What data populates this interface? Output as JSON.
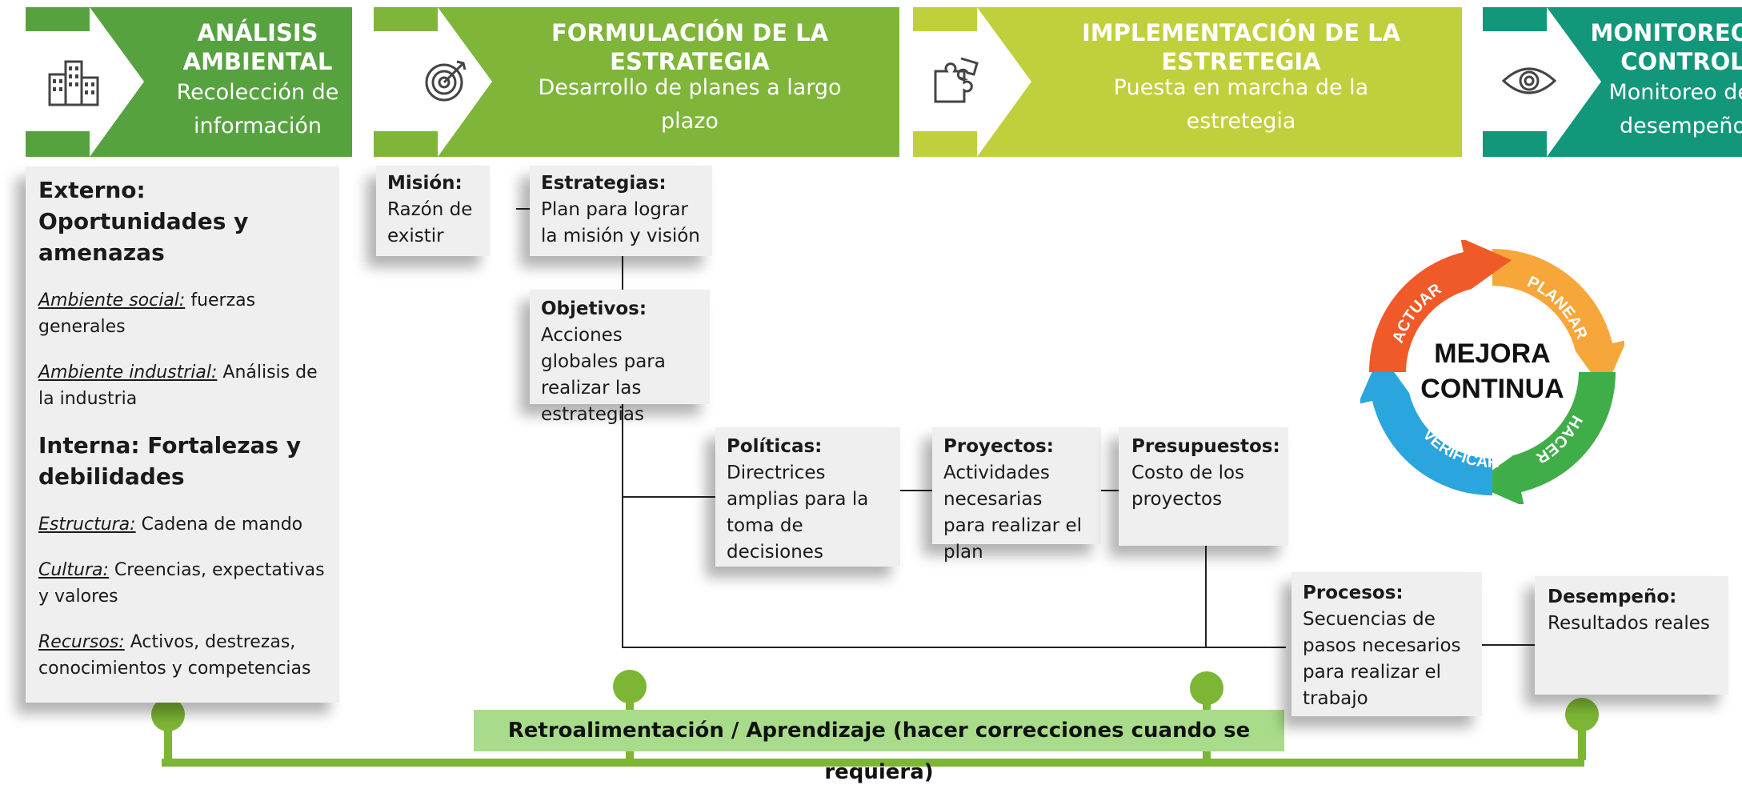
{
  "phases": [
    {
      "title_1": "ANÁLISIS",
      "title_2": "AMBIENTAL",
      "subtitle_1": "Recolección de",
      "subtitle_2": "información",
      "icon": "buildings-icon",
      "color": "#56a23f"
    },
    {
      "title_1": "FORMULACIÓN DE LA",
      "title_2": "ESTRATEGIA",
      "subtitle_1": "Desarrollo de planes a largo",
      "subtitle_2": "plazo",
      "icon": "target-icon",
      "color": "#7fb539"
    },
    {
      "title_1": "IMPLEMENTACIÓN DE LA",
      "title_2": "ESTRETEGIA",
      "subtitle_1": "Puesta en marcha de la",
      "subtitle_2": "estretegia",
      "icon": "puzzle-icon",
      "color": "#c0d03d"
    },
    {
      "title_1": "MONITOREO Y",
      "title_2": "CONTROL",
      "subtitle_1": "Monitoreo del",
      "subtitle_2": "desempeño",
      "icon": "eye-icon",
      "color": "#12977a"
    }
  ],
  "analysis": {
    "external_title": "Externo: Oportunidades y amenazas",
    "social_label": "Ambiente social:",
    "social_text": " fuerzas generales",
    "industrial_label": "Ambiente industrial:",
    "industrial_text": " Análisis de la industria",
    "internal_title": "Interna: Fortalezas y debilidades",
    "structure_label": "Estructura:",
    "structure_text": " Cadena de mando",
    "culture_label": "Cultura:",
    "culture_text": " Creencias, expectativas y valores",
    "resources_label": "Recursos:",
    "resources_text": " Activos, destrezas, conocimientos y competencias"
  },
  "cards": {
    "mision": {
      "title": "Misión:",
      "body": "Razón de existir"
    },
    "estrategias": {
      "title": "Estrategias:",
      "body": "Plan para lograr la misión y visión"
    },
    "objetivos": {
      "title": "Objetivos:",
      "body": "Acciones globales para realizar las estrategias"
    },
    "politicas": {
      "title": "Políticas:",
      "body": "Directrices amplias para la toma de decisiones"
    },
    "proyectos": {
      "title": "Proyectos:",
      "body": "Actividades necesarias para realizar el plan"
    },
    "presupuestos": {
      "title": "Presupuestos:",
      "body": "Costo de los proyectos"
    },
    "procesos": {
      "title": "Procesos:",
      "body": "Secuencias de pasos necesarios para realizar el trabajo"
    },
    "desempeno": {
      "title": "Desempeño:",
      "body": "Resultados reales"
    }
  },
  "cycle": {
    "center_1": "MEJORA",
    "center_2": "CONTINUA",
    "planear": "PLANEAR",
    "hacer": "HACER",
    "verificar": "VERIFICAR",
    "actuar": "ACTUAR",
    "colors": {
      "planear": "#f7a63a",
      "hacer": "#3fae49",
      "verificar": "#2aa5dd",
      "actuar": "#ef5a28"
    }
  },
  "feedback": {
    "label": "Retroalimentación / Aprendizaje (hacer correcciones cuando se requiera)",
    "color": "#a8dc8a",
    "line_color": "#7db534"
  }
}
